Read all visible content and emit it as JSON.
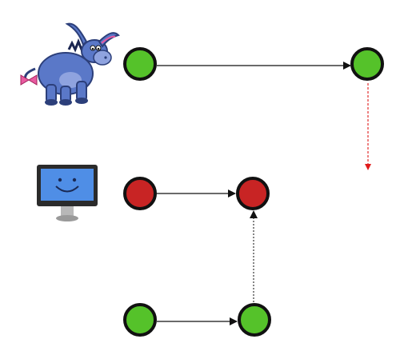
{
  "colors": {
    "background": "#ffffff",
    "node_green": "#55c22a",
    "node_red": "#c82424",
    "node_outline": "#111111",
    "edge_solid": "#111111",
    "edge_dotted": "#222222",
    "edge_red_dotted": "#e01b1b",
    "donkey_body": "#5a78c8",
    "donkey_dark": "#2c3f7a",
    "donkey_light": "#8fa3df",
    "donkey_bow": "#e85aa0",
    "monitor_frame": "#2b2b2b",
    "monitor_screen": "#4f8ee6",
    "monitor_stand": "#b8b8b8"
  },
  "icons": {
    "character": "donkey-character-icon",
    "computer": "computer-monitor-icon"
  },
  "nodes": [
    {
      "id": "n1",
      "state": "green"
    },
    {
      "id": "n2",
      "state": "green"
    },
    {
      "id": "n3",
      "state": "red"
    },
    {
      "id": "n4",
      "state": "red"
    },
    {
      "id": "n5",
      "state": "green"
    },
    {
      "id": "n6",
      "state": "green"
    }
  ],
  "edges": [
    {
      "from": "n1",
      "to": "n2",
      "style": "solid"
    },
    {
      "from": "n2",
      "to": "",
      "style": "red-dotted"
    },
    {
      "from": "n3",
      "to": "n4",
      "style": "solid"
    },
    {
      "from": "n6",
      "to": "n4",
      "style": "dotted"
    },
    {
      "from": "n5",
      "to": "n6",
      "style": "solid"
    }
  ]
}
